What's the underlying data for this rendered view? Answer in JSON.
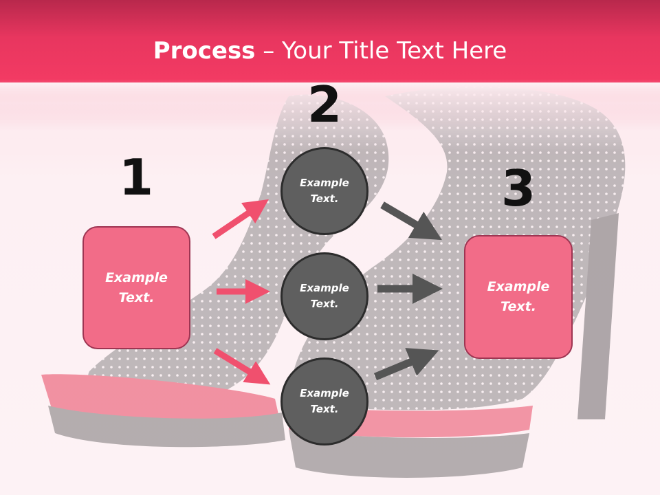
{
  "title": {
    "bold_part": "Process",
    "rest_part": " – Your Title Text Here"
  },
  "steps": [
    {
      "number": "1"
    },
    {
      "number": "2"
    },
    {
      "number": "3"
    }
  ],
  "boxes": {
    "left": "Example\nText.",
    "right": "Example\nText."
  },
  "circles": [
    "Example\nText.",
    "Example\nText.",
    "Example\nText."
  ],
  "colors": {
    "accent": "#f23a63",
    "box_fill": "#f26c88",
    "circle_fill": "#5f5f5f",
    "pink_arrow": "#f0506e",
    "gray_arrow": "#555555"
  }
}
